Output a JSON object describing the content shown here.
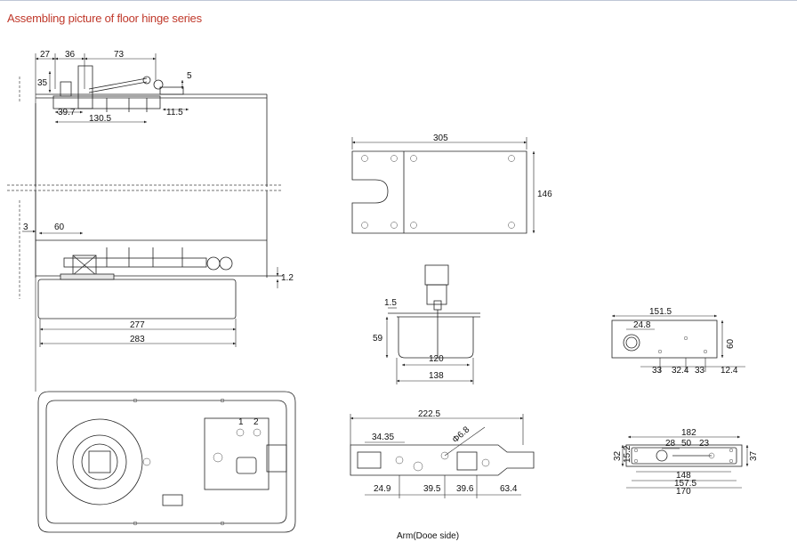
{
  "title": "Assembling picture of floor hinge series",
  "caption": "Arm(Dooe side)",
  "side_view": {
    "d27": "27",
    "d36": "36",
    "d73": "73",
    "d35": "35",
    "d5": "5",
    "d39_7": "39.7",
    "d130_5": "130.5",
    "d11_5": "11.5"
  },
  "front_view": {
    "d3": "3",
    "d60": "60",
    "d1_2": "1.2",
    "d277": "277",
    "d283": "283"
  },
  "cover_plate": {
    "width": "305",
    "height": "146"
  },
  "section": {
    "d1_5": "1.5",
    "d59": "59",
    "d120": "120",
    "d138": "138"
  },
  "strap_top": {
    "d151_5": "151.5",
    "d24_8": "24.8",
    "d60": "60",
    "d33a": "33",
    "d32_4": "32.4",
    "d33b": "33",
    "d12_4": "12.4"
  },
  "bottom_body": {
    "num1": "1",
    "num2": "2"
  },
  "arm": {
    "d222_5": "222.5",
    "d34_35": "34.35",
    "d6_8": "Φ6.8",
    "d24_9": "24.9",
    "d39_5": "39.5",
    "d39_6": "39.6",
    "d63_4": "63.4"
  },
  "strap_bottom": {
    "d182": "182",
    "d28": "28",
    "d50": "50",
    "d23": "23",
    "d32": "32",
    "d15_2": "15.2",
    "d37": "37",
    "d148": "148",
    "d157_5": "157.5",
    "d170": "170"
  }
}
